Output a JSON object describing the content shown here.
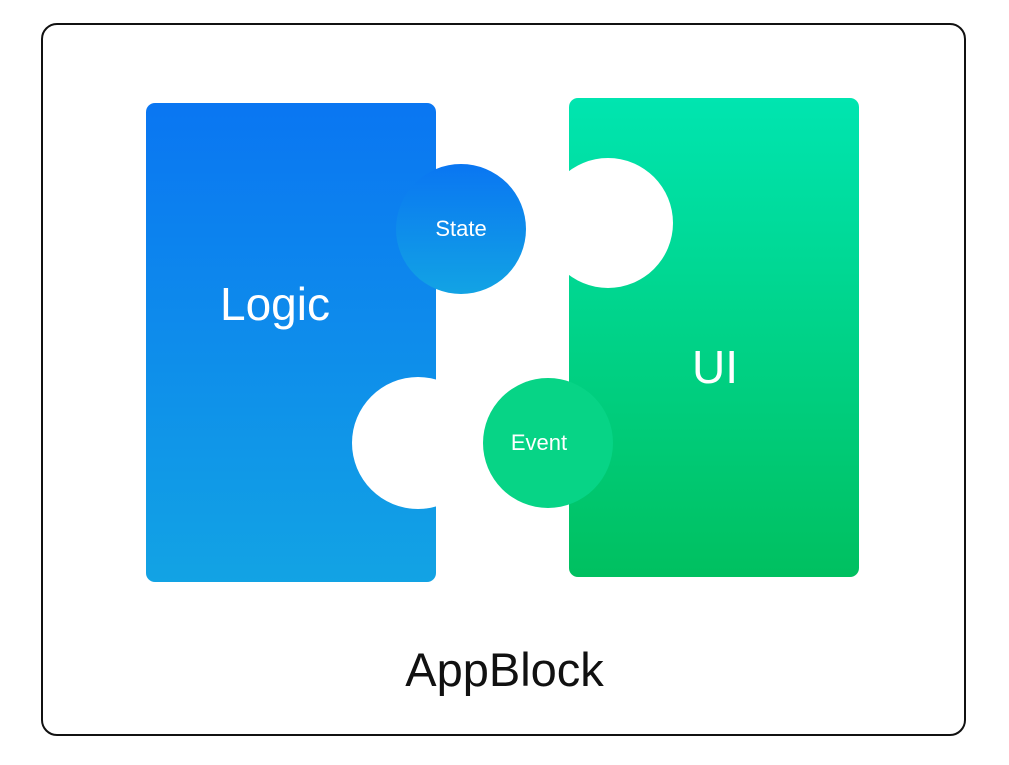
{
  "diagram": {
    "logic_block": {
      "label": "Logic",
      "gradient_top": "#0A76F2",
      "gradient_bottom": "#12A3E4"
    },
    "ui_block": {
      "label": "UI",
      "gradient_top": "#00E5B0",
      "gradient_bottom": "#00C060"
    },
    "state_connector": {
      "label": "State"
    },
    "event_connector": {
      "label": "Event"
    },
    "caption": "AppBlock",
    "background": "#FFFFFF"
  }
}
